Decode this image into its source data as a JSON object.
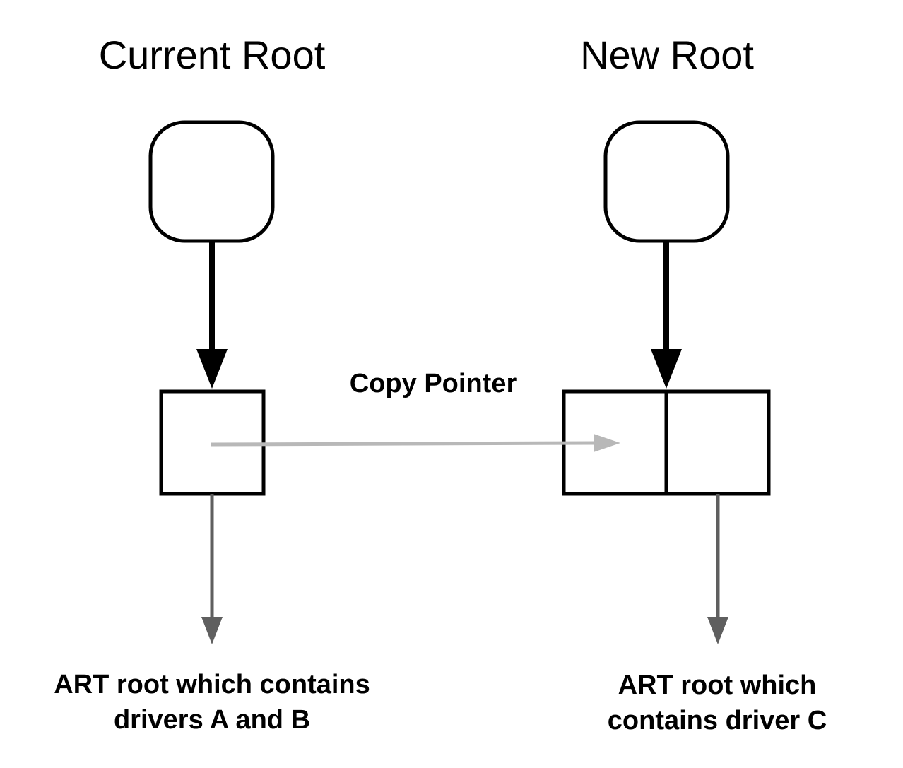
{
  "current_root": {
    "title": "Current Root",
    "caption_lines": [
      "ART root which contains",
      "drivers A and B"
    ]
  },
  "new_root": {
    "title": "New Root",
    "caption_lines": [
      "ART root which",
      "contains driver C"
    ]
  },
  "copy_pointer": {
    "label": "Copy Pointer"
  },
  "colors": {
    "stroke": "#000000",
    "copy_arrow": "#b8b8b8",
    "child_arrow": "#5f5f5f"
  }
}
